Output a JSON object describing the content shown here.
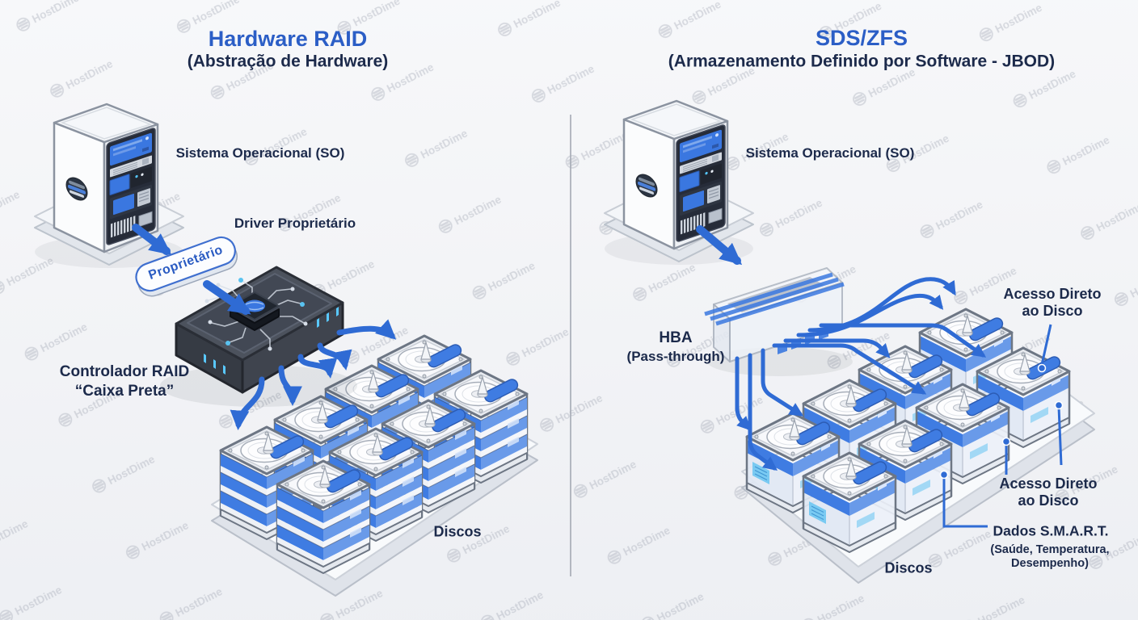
{
  "watermark": {
    "text": "HostDime"
  },
  "colors": {
    "navy": "#1c2a4b",
    "blue": "#2b5ec6",
    "arrow": "#2f6bd4",
    "disk_blue": "#3f7ce2",
    "wm": "#a8aeba"
  },
  "left": {
    "title": "Hardware RAID",
    "subtitle": "(Abstração de Hardware)",
    "os_label": "Sistema Operacional (SO)",
    "driver_label": "Driver Proprietário",
    "pill_label": "Proprietário",
    "controller_label_1": "Controlador RAID",
    "controller_label_2": "“Caixa Preta”",
    "disks_label": "Discos"
  },
  "right": {
    "title": "SDS/ZFS",
    "subtitle": "(Armazenamento Definido por Software - JBOD)",
    "os_label": "Sistema Operacional (SO)",
    "hba_label_1": "HBA",
    "hba_label_2": "(Pass-through)",
    "direct_access_top": "Acesso Direto ao Disco",
    "direct_access_bottom": "Acesso Direto ao Disco",
    "smart_label": "Dados S.M.A.R.T.",
    "smart_sub": "(Saúde, Temperatura, Desempenho)",
    "disks_label": "Discos"
  }
}
